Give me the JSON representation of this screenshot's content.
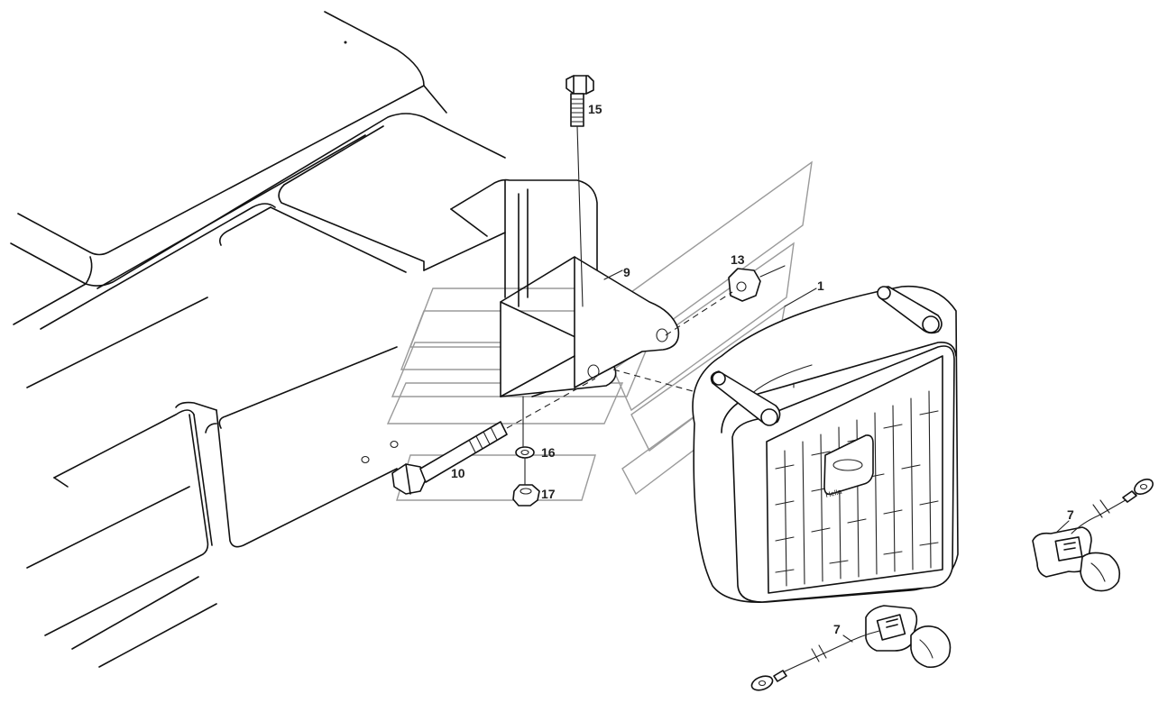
{
  "callouts": {
    "c1": "1",
    "c7a": "7",
    "c7b": "7",
    "c9": "9",
    "c10": "10",
    "c13": "13",
    "c15": "15",
    "c16": "16",
    "c17": "17"
  },
  "lamp_lens_logo": "Hella",
  "colors": {
    "line": "#111111",
    "watermark": "#9a9a9a",
    "background": "#ffffff"
  }
}
